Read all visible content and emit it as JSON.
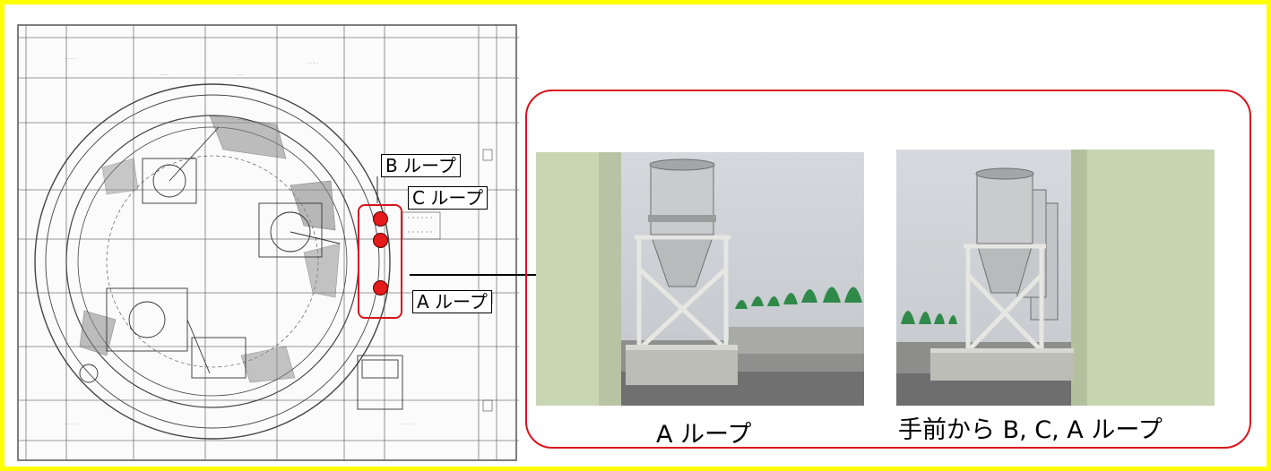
{
  "labels": {
    "b_loop": "B ループ",
    "c_loop": "C ループ",
    "a_loop": "A ループ"
  },
  "captions": {
    "photo_left": "A ループ",
    "photo_right": "手前から B, C, A ループ"
  },
  "colors": {
    "frame": "#ffff00",
    "highlight": "#d9141b",
    "marker": "#e41a1c"
  }
}
